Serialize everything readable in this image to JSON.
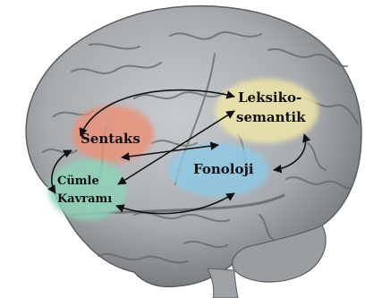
{
  "regions": {
    "sentaks": {
      "label": "Sentaks",
      "color": "#e8937a"
    },
    "cumle": {
      "line1": "Cümle",
      "line2": "Kavramı",
      "color": "#8fd3b8"
    },
    "leksiko": {
      "line1": "Leksiko-",
      "line2": "semantik",
      "color": "#efe5a8"
    },
    "fonoloji": {
      "label": "Fonoloji",
      "color": "#8ec9e4"
    }
  },
  "image": {
    "subject": "brain-lateral-view",
    "colors": {
      "brain": "#a9adb1",
      "gyri_shadow": "#6b6f74",
      "arrow": "#111111"
    }
  }
}
